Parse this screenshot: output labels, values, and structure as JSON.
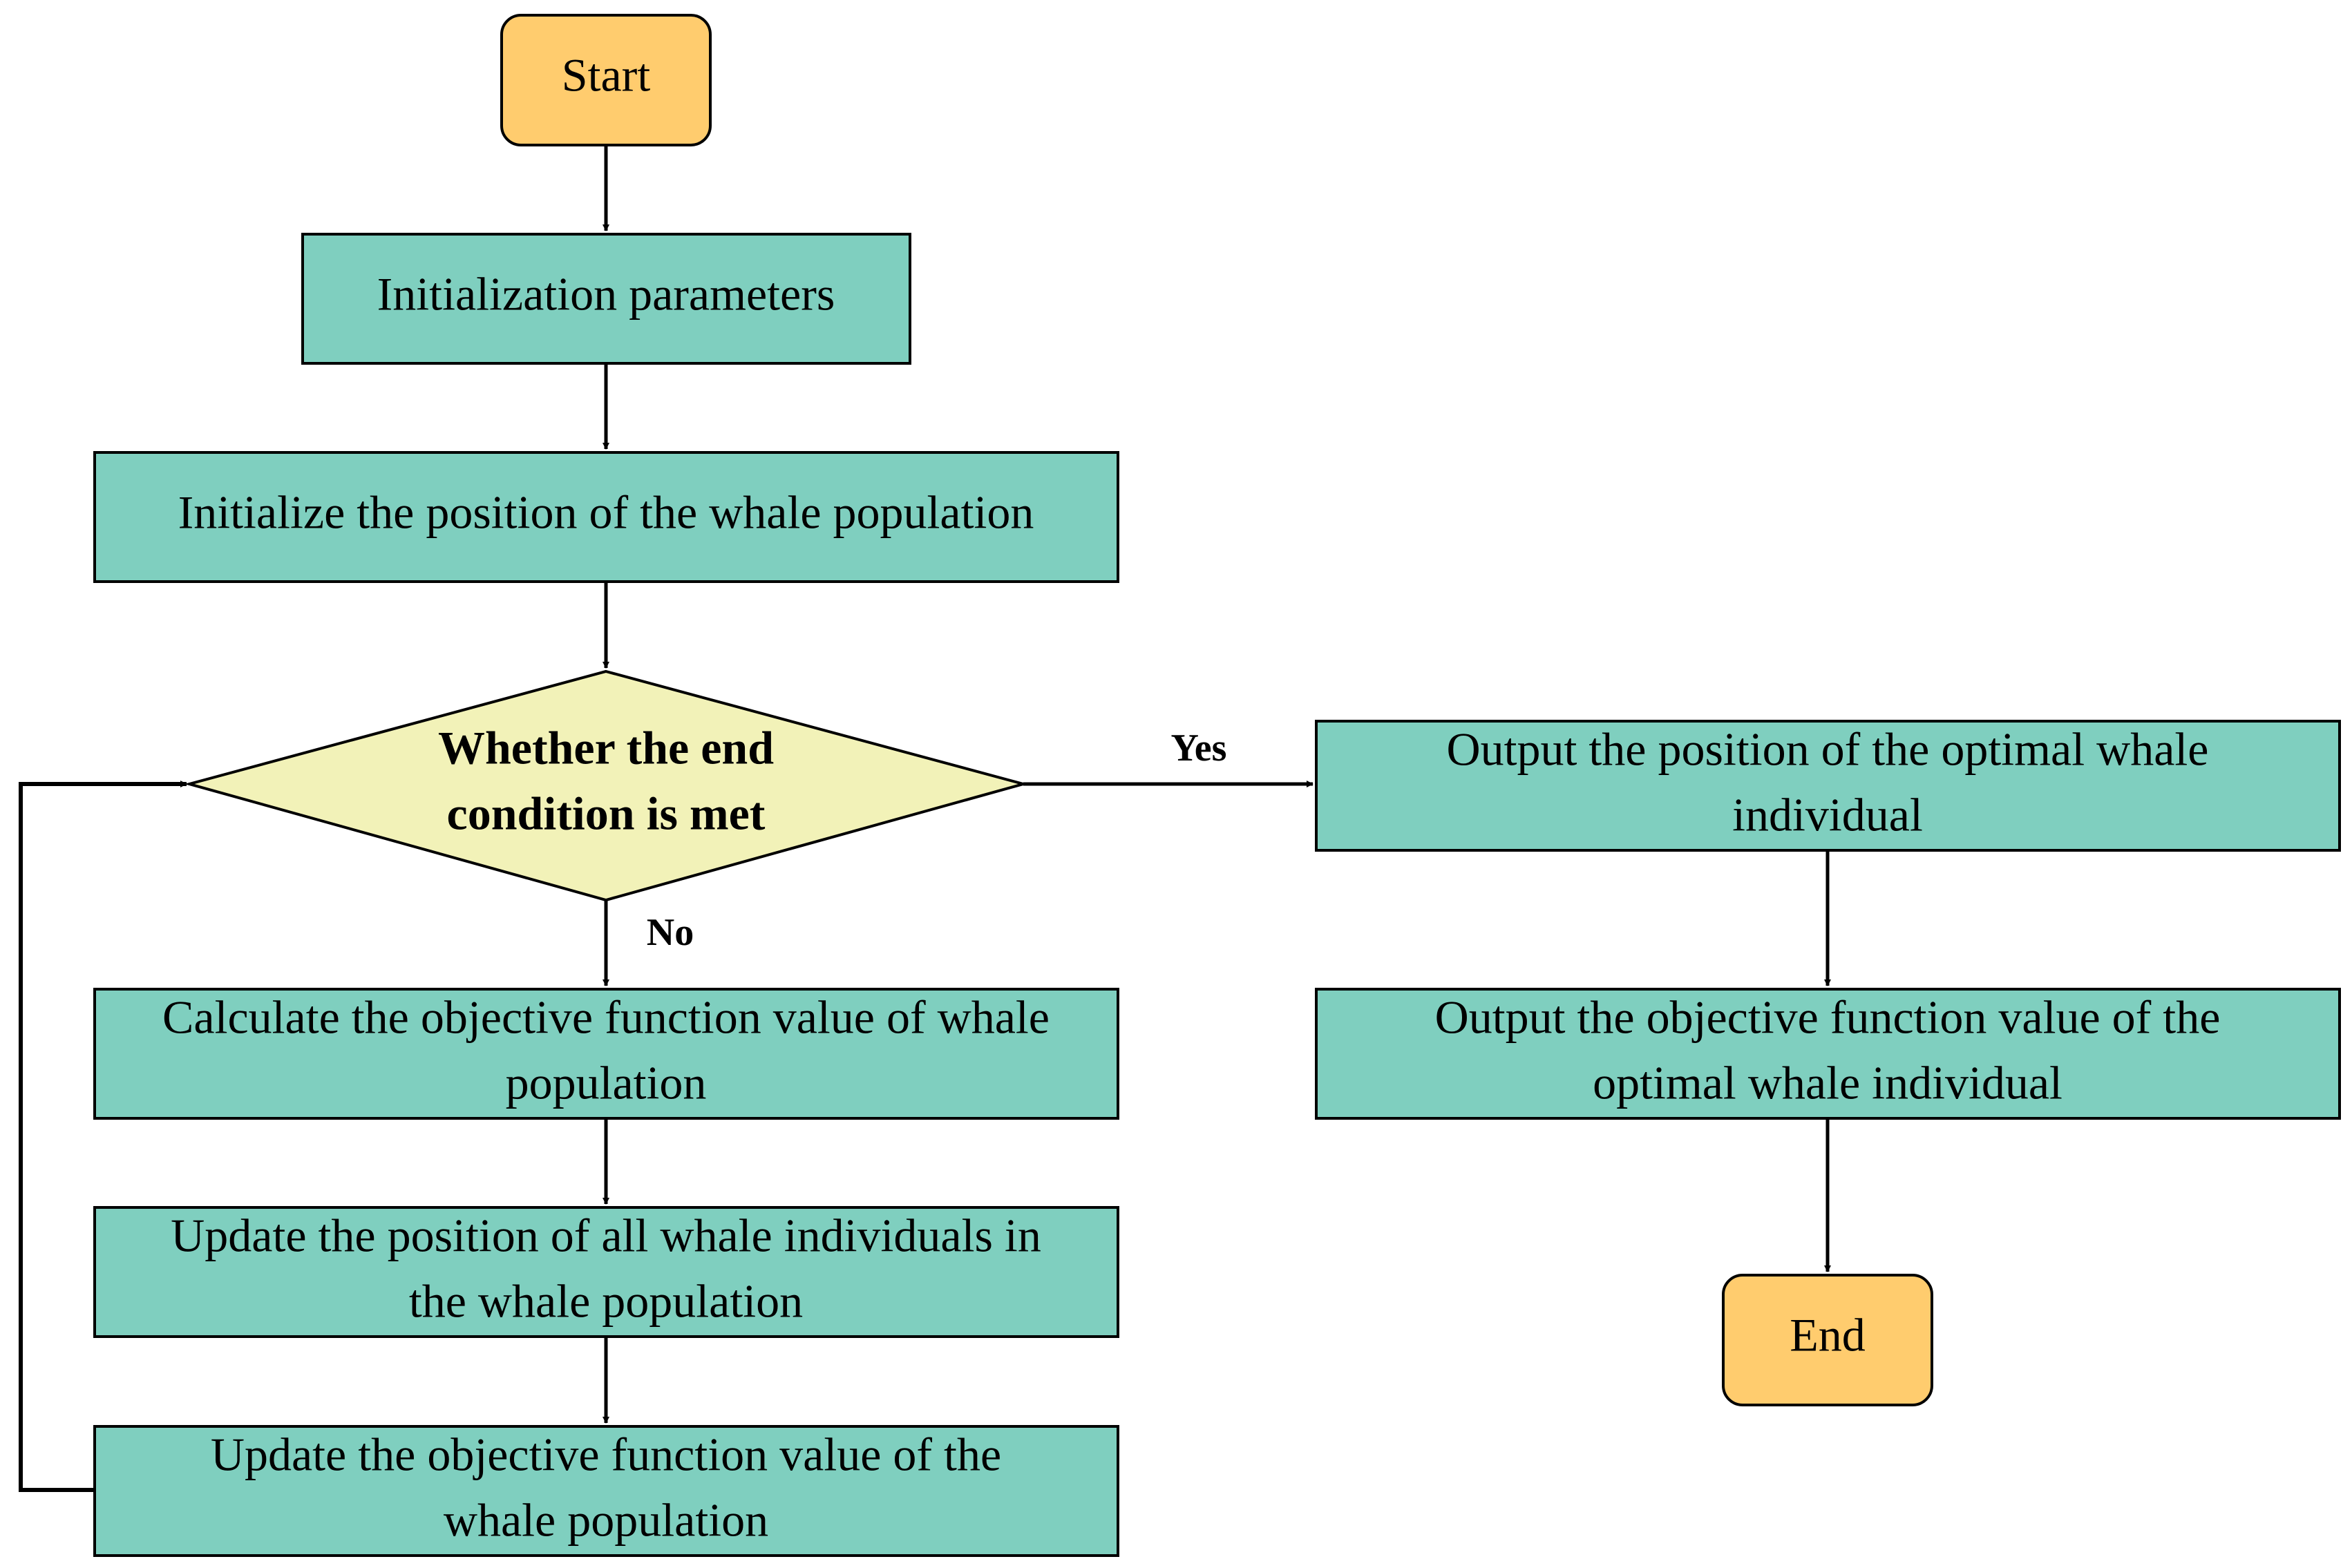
{
  "colors": {
    "terminal_fill": "#FFCC6E",
    "process_fill": "#7FCFBF",
    "decision_fill": "#F2F2B8",
    "stroke": "#000000",
    "text": "#000000"
  },
  "nodes": [
    {
      "id": "start",
      "type": "terminal",
      "lines": [
        "Start"
      ]
    },
    {
      "id": "init-params",
      "type": "process",
      "lines": [
        "Initialization parameters"
      ]
    },
    {
      "id": "init-position",
      "type": "process",
      "lines": [
        "Initialize the position of the whale population"
      ]
    },
    {
      "id": "end-condition",
      "type": "decision",
      "lines": [
        "Whether the end",
        "condition is met"
      ]
    },
    {
      "id": "calc-objective",
      "type": "process",
      "lines": [
        "Calculate the objective function value of whale",
        "population"
      ]
    },
    {
      "id": "update-position",
      "type": "process",
      "lines": [
        "Update the position of all whale individuals in",
        "the whale population"
      ]
    },
    {
      "id": "update-objective",
      "type": "process",
      "lines": [
        "Update the objective function value of the",
        "whale population"
      ]
    },
    {
      "id": "output-position",
      "type": "process",
      "lines": [
        "Output the position of the optimal whale",
        "individual"
      ]
    },
    {
      "id": "output-objective",
      "type": "process",
      "lines": [
        "Output the objective function value of the",
        "optimal whale individual"
      ]
    },
    {
      "id": "end",
      "type": "terminal",
      "lines": [
        "End"
      ]
    }
  ],
  "edges": [
    {
      "from": "start",
      "to": "init-params",
      "label": ""
    },
    {
      "from": "init-params",
      "to": "init-position",
      "label": ""
    },
    {
      "from": "init-position",
      "to": "end-condition",
      "label": ""
    },
    {
      "from": "end-condition",
      "to": "output-position",
      "label": "Yes"
    },
    {
      "from": "end-condition",
      "to": "calc-objective",
      "label": "No"
    },
    {
      "from": "calc-objective",
      "to": "update-position",
      "label": ""
    },
    {
      "from": "update-position",
      "to": "update-objective",
      "label": ""
    },
    {
      "from": "update-objective",
      "to": "end-condition",
      "label": ""
    },
    {
      "from": "output-position",
      "to": "output-objective",
      "label": ""
    },
    {
      "from": "output-objective",
      "to": "end",
      "label": ""
    }
  ]
}
